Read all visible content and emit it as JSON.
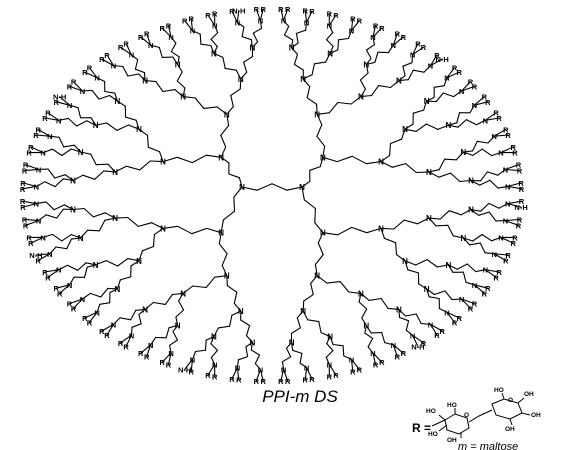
{
  "figure": {
    "title": "PPI-m DS",
    "atom_n": "N",
    "atom_nh": "N-H",
    "group_r": "R",
    "r_def_prefix": "R =",
    "legend_m": "m",
    "legend_eq": " = maltose",
    "oh_label": "HO",
    "oh_label2": "OH",
    "o_label": "O"
  },
  "colors": {
    "ink": "#000000",
    "background": "#ffffff"
  }
}
